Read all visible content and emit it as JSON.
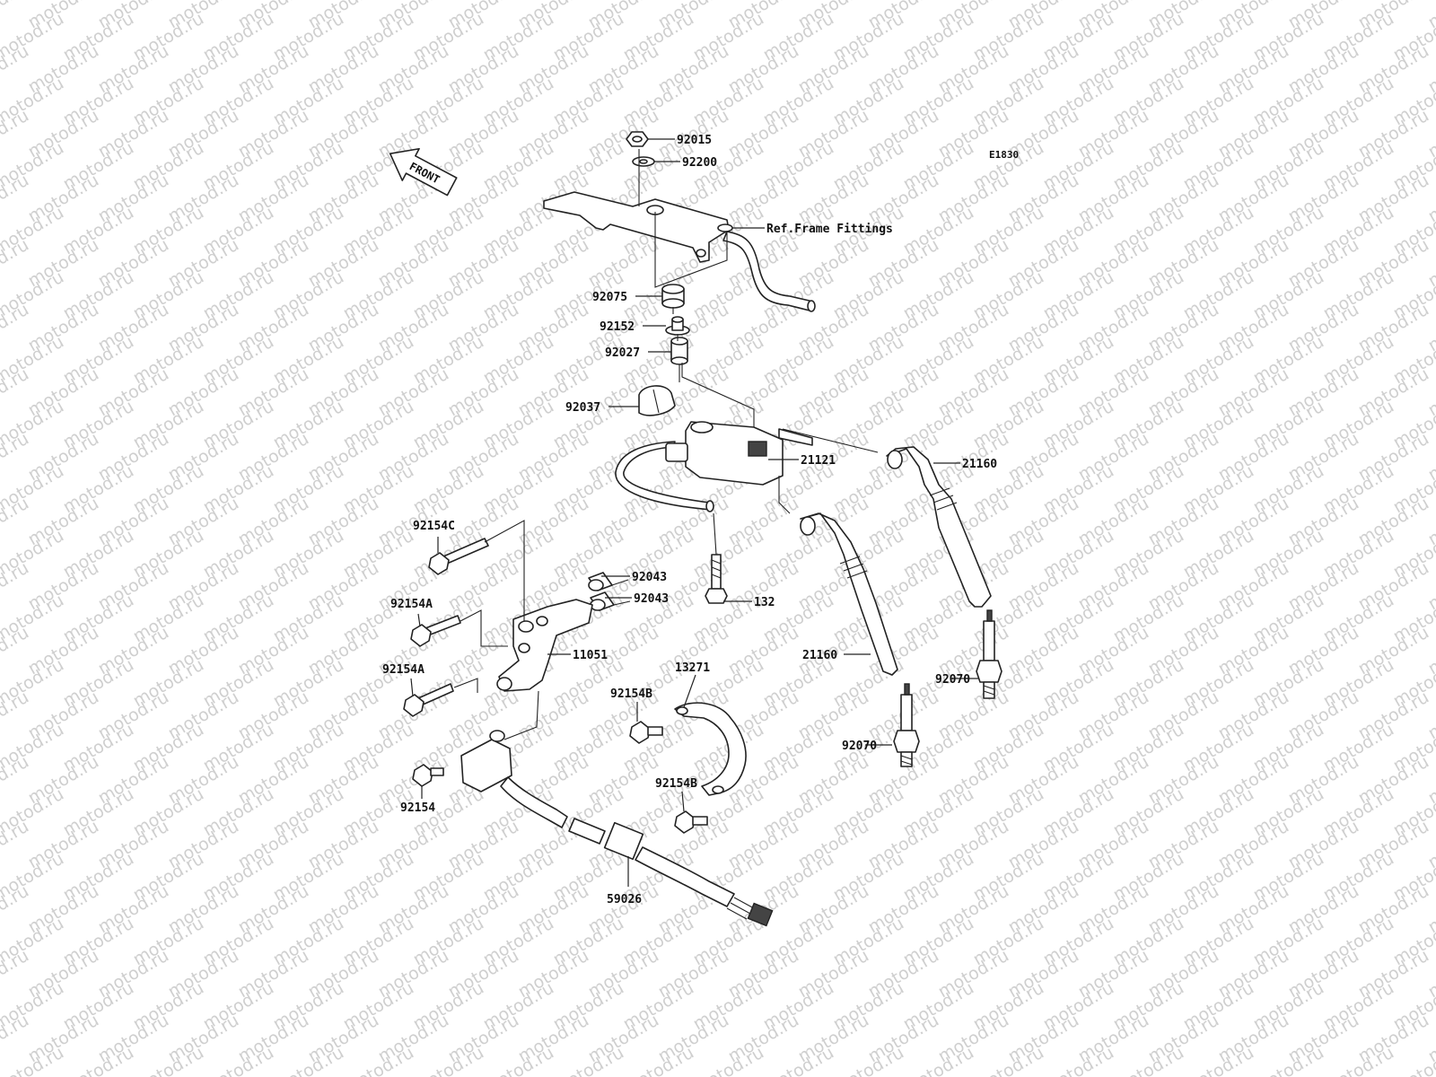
{
  "diagram_code": "E1830",
  "watermark_text": "motod.ru",
  "front_arrow_label": "FRONT",
  "parts": [
    {
      "id": "p-92015",
      "number": "92015"
    },
    {
      "id": "p-92200",
      "number": "92200"
    },
    {
      "id": "p-ref",
      "number": "Ref.Frame Fittings"
    },
    {
      "id": "p-92075",
      "number": "92075"
    },
    {
      "id": "p-92152",
      "number": "92152"
    },
    {
      "id": "p-92027",
      "number": "92027"
    },
    {
      "id": "p-92037",
      "number": "92037"
    },
    {
      "id": "p-21121",
      "number": "21121"
    },
    {
      "id": "p-21160a",
      "number": "21160"
    },
    {
      "id": "p-92154c",
      "number": "92154C"
    },
    {
      "id": "p-92043a",
      "number": "92043"
    },
    {
      "id": "p-92043b",
      "number": "92043"
    },
    {
      "id": "p-132",
      "number": "132"
    },
    {
      "id": "p-92154a1",
      "number": "92154A"
    },
    {
      "id": "p-11051",
      "number": "11051"
    },
    {
      "id": "p-21160b",
      "number": "21160"
    },
    {
      "id": "p-92070a",
      "number": "92070"
    },
    {
      "id": "p-92154a2",
      "number": "92154A"
    },
    {
      "id": "p-13271",
      "number": "13271"
    },
    {
      "id": "p-92154b1",
      "number": "92154B"
    },
    {
      "id": "p-92070b",
      "number": "92070"
    },
    {
      "id": "p-92154b2",
      "number": "92154B"
    },
    {
      "id": "p-92154",
      "number": "92154"
    },
    {
      "id": "p-59026",
      "number": "59026"
    }
  ]
}
